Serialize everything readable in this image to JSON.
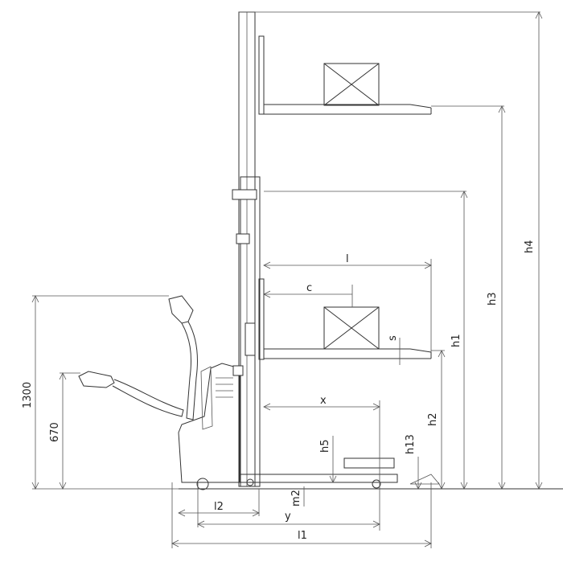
{
  "drawing": {
    "labels": {
      "h4": "h4",
      "h3": "h3",
      "h1": "h1",
      "h2": "h2",
      "h13": "h13",
      "h5": "h5",
      "s": "s",
      "l": "l",
      "c": "c",
      "x": "x",
      "l2": "l2",
      "y": "y",
      "l1": "l1",
      "m2": "m2",
      "dim_1300": "1300",
      "dim_670": "670"
    }
  }
}
